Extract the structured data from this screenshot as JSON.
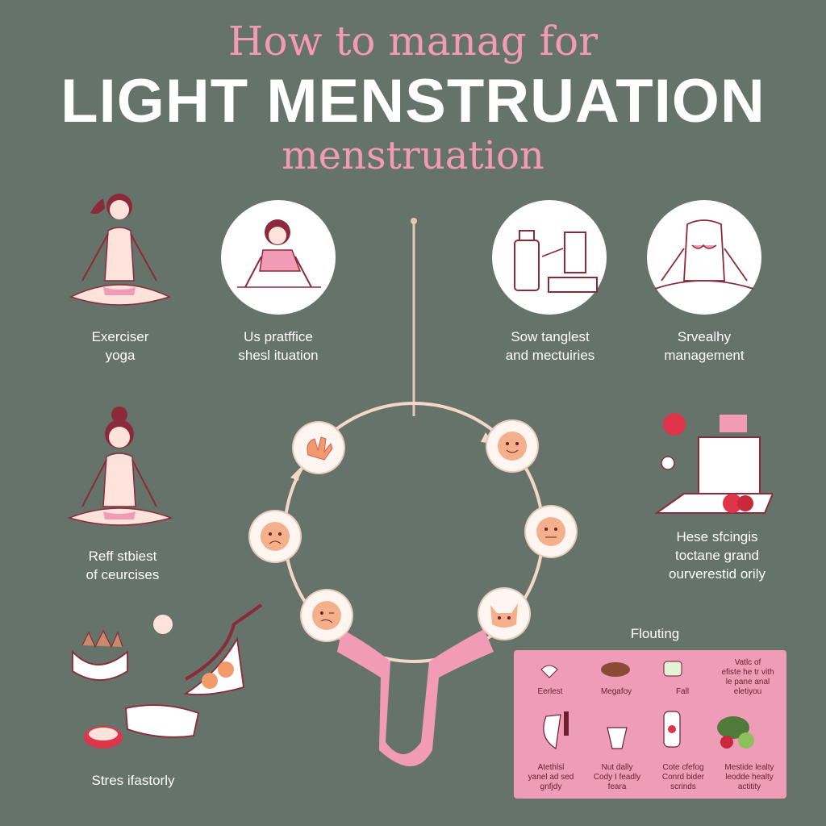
{
  "title": {
    "line1": "How to manag for",
    "line2": "LIGHT MENSTRUATION",
    "line3": "menstruation"
  },
  "top_items": [
    {
      "line1": "Exerciser",
      "line2": "yoga",
      "icon": "yoga-pose-icon"
    },
    {
      "line1": "Us pratffice",
      "line2": "shesl ituation",
      "icon": "stretching-icon"
    },
    {
      "line1": "Sow tanglest",
      "line2": "and mectuiries",
      "icon": "medicine-bottle-icon"
    },
    {
      "line1": "Srvealhy",
      "line2": "management",
      "icon": "body-icon"
    }
  ],
  "middle_left": {
    "line1": "Reff stbiest",
    "line2": "of ceurcises",
    "icon": "meditation-icon"
  },
  "middle_right": {
    "line1": "Hese sfcingis",
    "line2": "toctane grand",
    "line3": "ourverestid orily",
    "icon": "laptop-food-icon"
  },
  "bottom_left": {
    "label": "Stres ifastorly",
    "icon": "tea-food-icon"
  },
  "panel": {
    "title": "Flouting",
    "top_row": [
      {
        "label": "Eerlest",
        "icon": "bird-icon"
      },
      {
        "label": "Megafoy",
        "icon": "nuts-icon"
      },
      {
        "label": "Fall",
        "icon": "salad-icon"
      },
      {
        "lines": [
          "Vatlc of",
          "efiste he tr vith",
          "le pane anal",
          "eletiyou"
        ],
        "icon": ""
      }
    ],
    "bottom_row": [
      {
        "lines": [
          "Atethlsl",
          "yanel ad sed",
          "gnfjdy"
        ],
        "icon": "knife-icon"
      },
      {
        "lines": [
          "Nut dally",
          "Cody I feadly",
          "feara"
        ],
        "icon": "drink-icon"
      },
      {
        "lines": [
          "Cote cfefog",
          "Conrd bider",
          "scrinds"
        ],
        "icon": "bottle-icon"
      },
      {
        "lines": [
          "Mestide lealty",
          "leodde healty",
          "actitity"
        ],
        "icon": "vegetables-icon"
      }
    ]
  },
  "colors": {
    "background": "#66736a",
    "pink": "#f29bb6",
    "panel": "#ef9cb9",
    "line": "#e8c7b5"
  }
}
